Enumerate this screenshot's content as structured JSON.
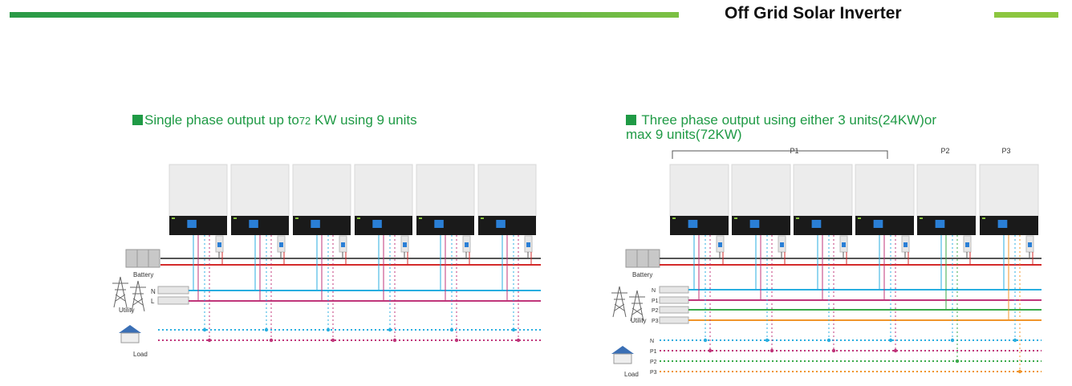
{
  "header": {
    "title": "Off Grid Solar Inverter",
    "accent_color": "#2a9a46",
    "accent_light": "#8cc63f"
  },
  "left_diagram": {
    "caption_part1": "Single phase output up to",
    "caption_num": "72",
    "caption_part2": " KW using 9 units",
    "labels": {
      "battery": "Battery",
      "utility": "Utility",
      "load": "Load",
      "n": "N",
      "l": "L"
    },
    "inverter_count": 6
  },
  "right_diagram": {
    "caption_line1": "Three phase output using either 3 units(24KW)or",
    "caption_line2": "max 9 units(72KW)",
    "phase_labels": [
      "P1",
      "P2",
      "P3"
    ],
    "labels": {
      "battery": "Battery",
      "utility": "Utility",
      "load": "Load",
      "utility_lines": [
        "N",
        "P1",
        "P2",
        "P3"
      ],
      "load_lines": [
        "N",
        "P1",
        "P2",
        "P3"
      ]
    },
    "inverter_count": 6
  },
  "colors": {
    "n_line": "#29aee0",
    "l_line": "#c0357a",
    "p2_line": "#3aaa4a",
    "p3_line": "#f0952a",
    "battery_dark": "#555555",
    "battery_red": "#d42a2a",
    "caption_green": "#1f9a45"
  }
}
